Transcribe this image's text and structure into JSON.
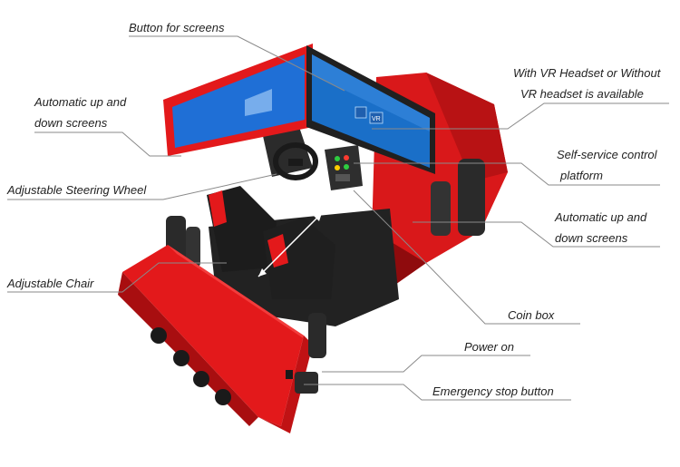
{
  "labels": {
    "button_for_screens": "Button for screens",
    "auto_screens_left_1": "Automatic up and",
    "auto_screens_left_2": "down screens",
    "steering_wheel": "Adjustable Steering Wheel",
    "chair": "Adjustable Chair",
    "vr_headset_1": "With VR Headset or Without",
    "vr_headset_2": "VR headset is available",
    "self_service_1": "Self-service control",
    "self_service_2": "platform",
    "auto_screens_right_1": "Automatic up and",
    "auto_screens_right_2": "down screens",
    "coin_box": "Coin box",
    "power_on": "Power on",
    "emergency_stop": "Emergency stop button"
  },
  "screen": {
    "vr_badge": "VR"
  },
  "colors": {
    "body_red": "#e3191b",
    "body_dark_red": "#a80e10",
    "seat_black": "#1c1c1c",
    "screen_blue": "#1f6fd6",
    "leader_line": "#8a8a8a"
  }
}
